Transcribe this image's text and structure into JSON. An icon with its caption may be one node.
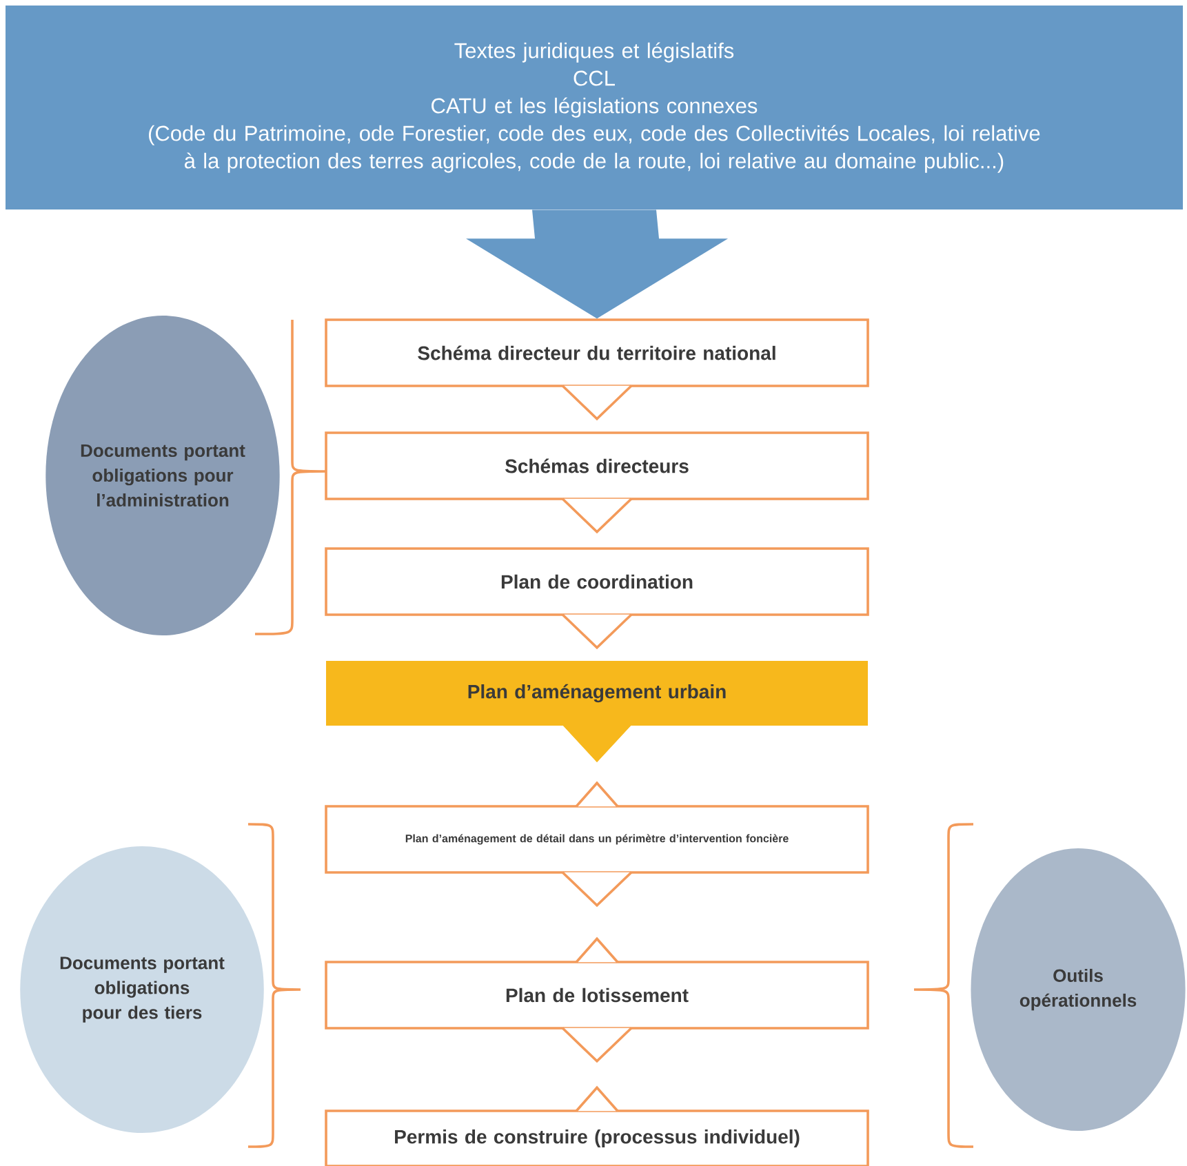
{
  "diagram": {
    "nodes": [
      {
        "text": [
          "Textes juridiques et législatifs",
          "CCL",
          "CATU et les législations connexes",
          "(Code du Patrimoine, ode Forestier, code des eux, code des Collectivités Locales, loi relative à la protection des terres agricoles, code de la route, loi relative au domaine public...)"
        ]
      },
      {
        "text": [
          "Schéma directeur du territoire national"
        ]
      },
      {
        "text": [
          "Schémas directeurs"
        ]
      },
      {
        "text": [
          "Plan de coordination"
        ]
      },
      {
        "text": [
          "Plan d’aménagement urbain"
        ]
      },
      {
        "text": [
          "Plan d’aménagement de détail dans un périmètre d’intervention foncière"
        ]
      },
      {
        "text": [
          "Plan de lotissement"
        ]
      },
      {
        "text": [
          "Permis de construire (processus individuel)"
        ]
      },
      {
        "text": [
          "Documents portant obligations pour l’administration"
        ]
      },
      {
        "text": [
          "Documents portant obligations pour des tiers"
        ]
      },
      {
        "text": [
          "Outils opérationnels"
        ]
      }
    ],
    "edges": [
      {
        "from": 0,
        "to": 1,
        "arrow": "to",
        "style": "thick",
        "color": "#6699c6"
      },
      {
        "from": 1,
        "to": 2,
        "arrow": "to"
      },
      {
        "from": 2,
        "to": 3,
        "arrow": "to"
      },
      {
        "from": 3,
        "to": 4,
        "arrow": "to"
      },
      {
        "from": 4,
        "to": 5,
        "arrow": "to",
        "color": "#f7b81c"
      },
      {
        "from": 5,
        "to": 6,
        "arrow": "to"
      },
      {
        "from": 6,
        "to": 7,
        "arrow": "to"
      }
    ]
  }
}
